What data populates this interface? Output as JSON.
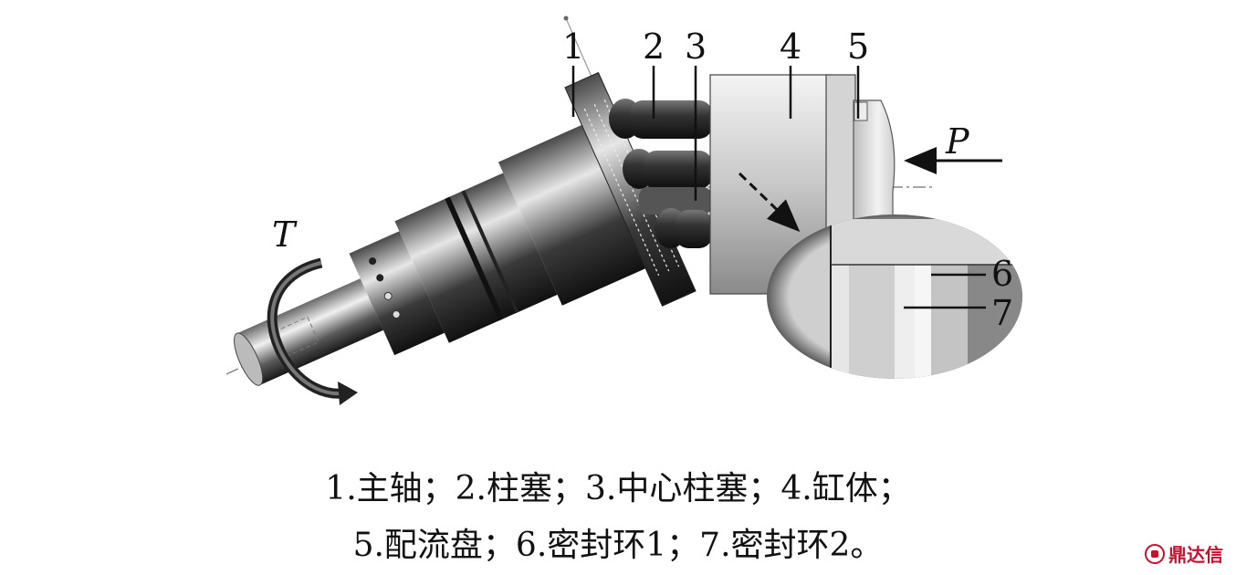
{
  "labels": {
    "n1": "1",
    "n2": "2",
    "n3": "3",
    "n4": "4",
    "n5": "5",
    "n6": "6",
    "n7": "7",
    "torque": "T",
    "pressure": "P"
  },
  "caption": {
    "line1": "1.主轴；2.柱塞；3.中心柱塞；4.缸体；",
    "line2": "5.配流盘；6.密封环1；7.密封环2。"
  },
  "watermark": {
    "text": "鼎达信",
    "color": "#c8102e"
  },
  "colors": {
    "metal_dark": "#2a2a2a",
    "metal_light": "#d8d8d8",
    "background": "#ffffff"
  }
}
